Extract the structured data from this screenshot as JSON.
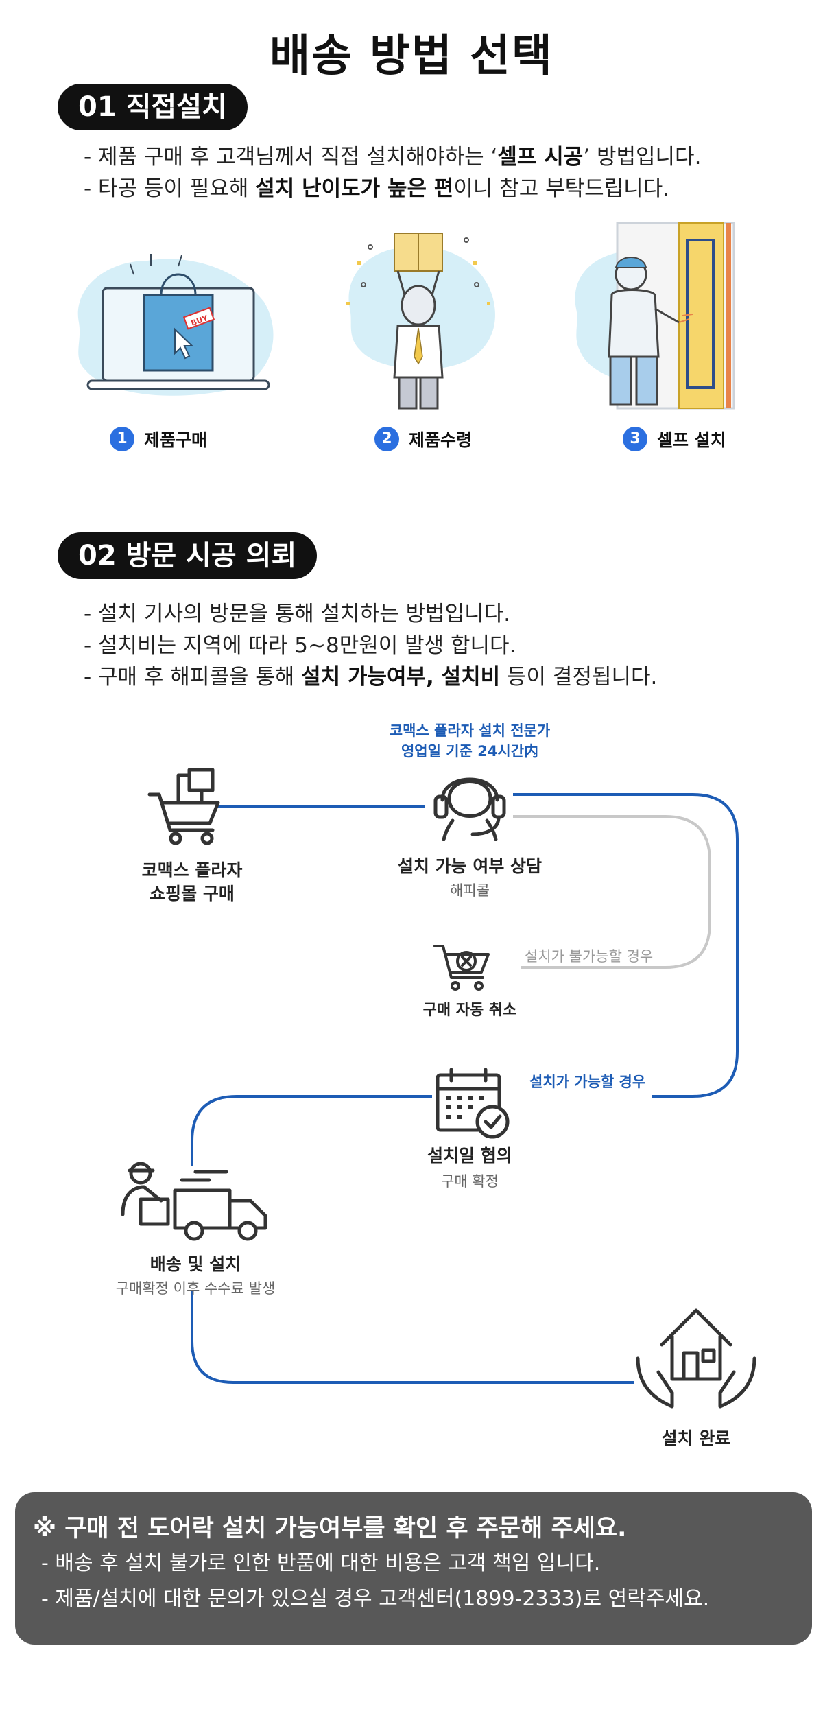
{
  "title": "배송 방법 선택",
  "section1": {
    "pill": "01 직접설치",
    "line1_pre": "- 제품 구매 후 고객님께서 직접 설치해야하는 ‘",
    "line1_bold": "셀프 시공",
    "line1_post": "’ 방법입니다.",
    "line2_pre": "- 타공 등이 필요해 ",
    "line2_bold1": "설치 난이도가 높은 편",
    "line2_post": "이니 참고 부탁드립니다.",
    "steps": [
      {
        "num": "1",
        "label": "제품구매"
      },
      {
        "num": "2",
        "label": "제품수령"
      },
      {
        "num": "3",
        "label": "셀프 설치"
      }
    ],
    "bag_tag": "BUY"
  },
  "section2": {
    "pill": "02 방문 시공 의뢰",
    "line1": "- 설치 기사의 방문을 통해 설치하는 방법입니다.",
    "line2": "- 설치비는 지역에 따라 5~8만원이 발생 합니다.",
    "line3_pre": "- 구매 후 해피콜을 통해 ",
    "line3_bold": "설치 가능여부, 설치비",
    "line3_post": " 등이 결정됩니다."
  },
  "flow": {
    "expert_note_1": "코맥스 플라자 설치 전문가",
    "expert_note_2": "영업일 기준 24시간内",
    "purchase_1": "코맥스 플라자",
    "purchase_2": "쇼핑몰 구매",
    "consult_title": "설치 가능 여부 상담",
    "consult_sub": "해피콜",
    "impossible_note": "설치가 불가능할 경우",
    "cancel_title": "구매 자동 취소",
    "possible_note": "설치가 가능할 경우",
    "schedule_title": "설치일 협의",
    "schedule_sub": "구매 확정",
    "delivery_title": "배송 및 설치",
    "delivery_sub": "구매확정 이후 수수료 발생",
    "complete_title": "설치 완료"
  },
  "notice": {
    "title": "※ 구매 전 도어락 설치 가능여부를 확인 후 주문해 주세요.",
    "line1": "- 배송 후 설치 불가로 인한 반품에 대한 비용은 고객 책임 입니다.",
    "line2": "- 제품/설치에 대한 문의가 있으실 경우 고객센터(1899-2333)로 연락주세요."
  },
  "colors": {
    "accent_blue": "#1d5cb5",
    "badge_blue": "#2b6fe0",
    "blob": "#d6eff8",
    "notice_bg": "#585858"
  }
}
